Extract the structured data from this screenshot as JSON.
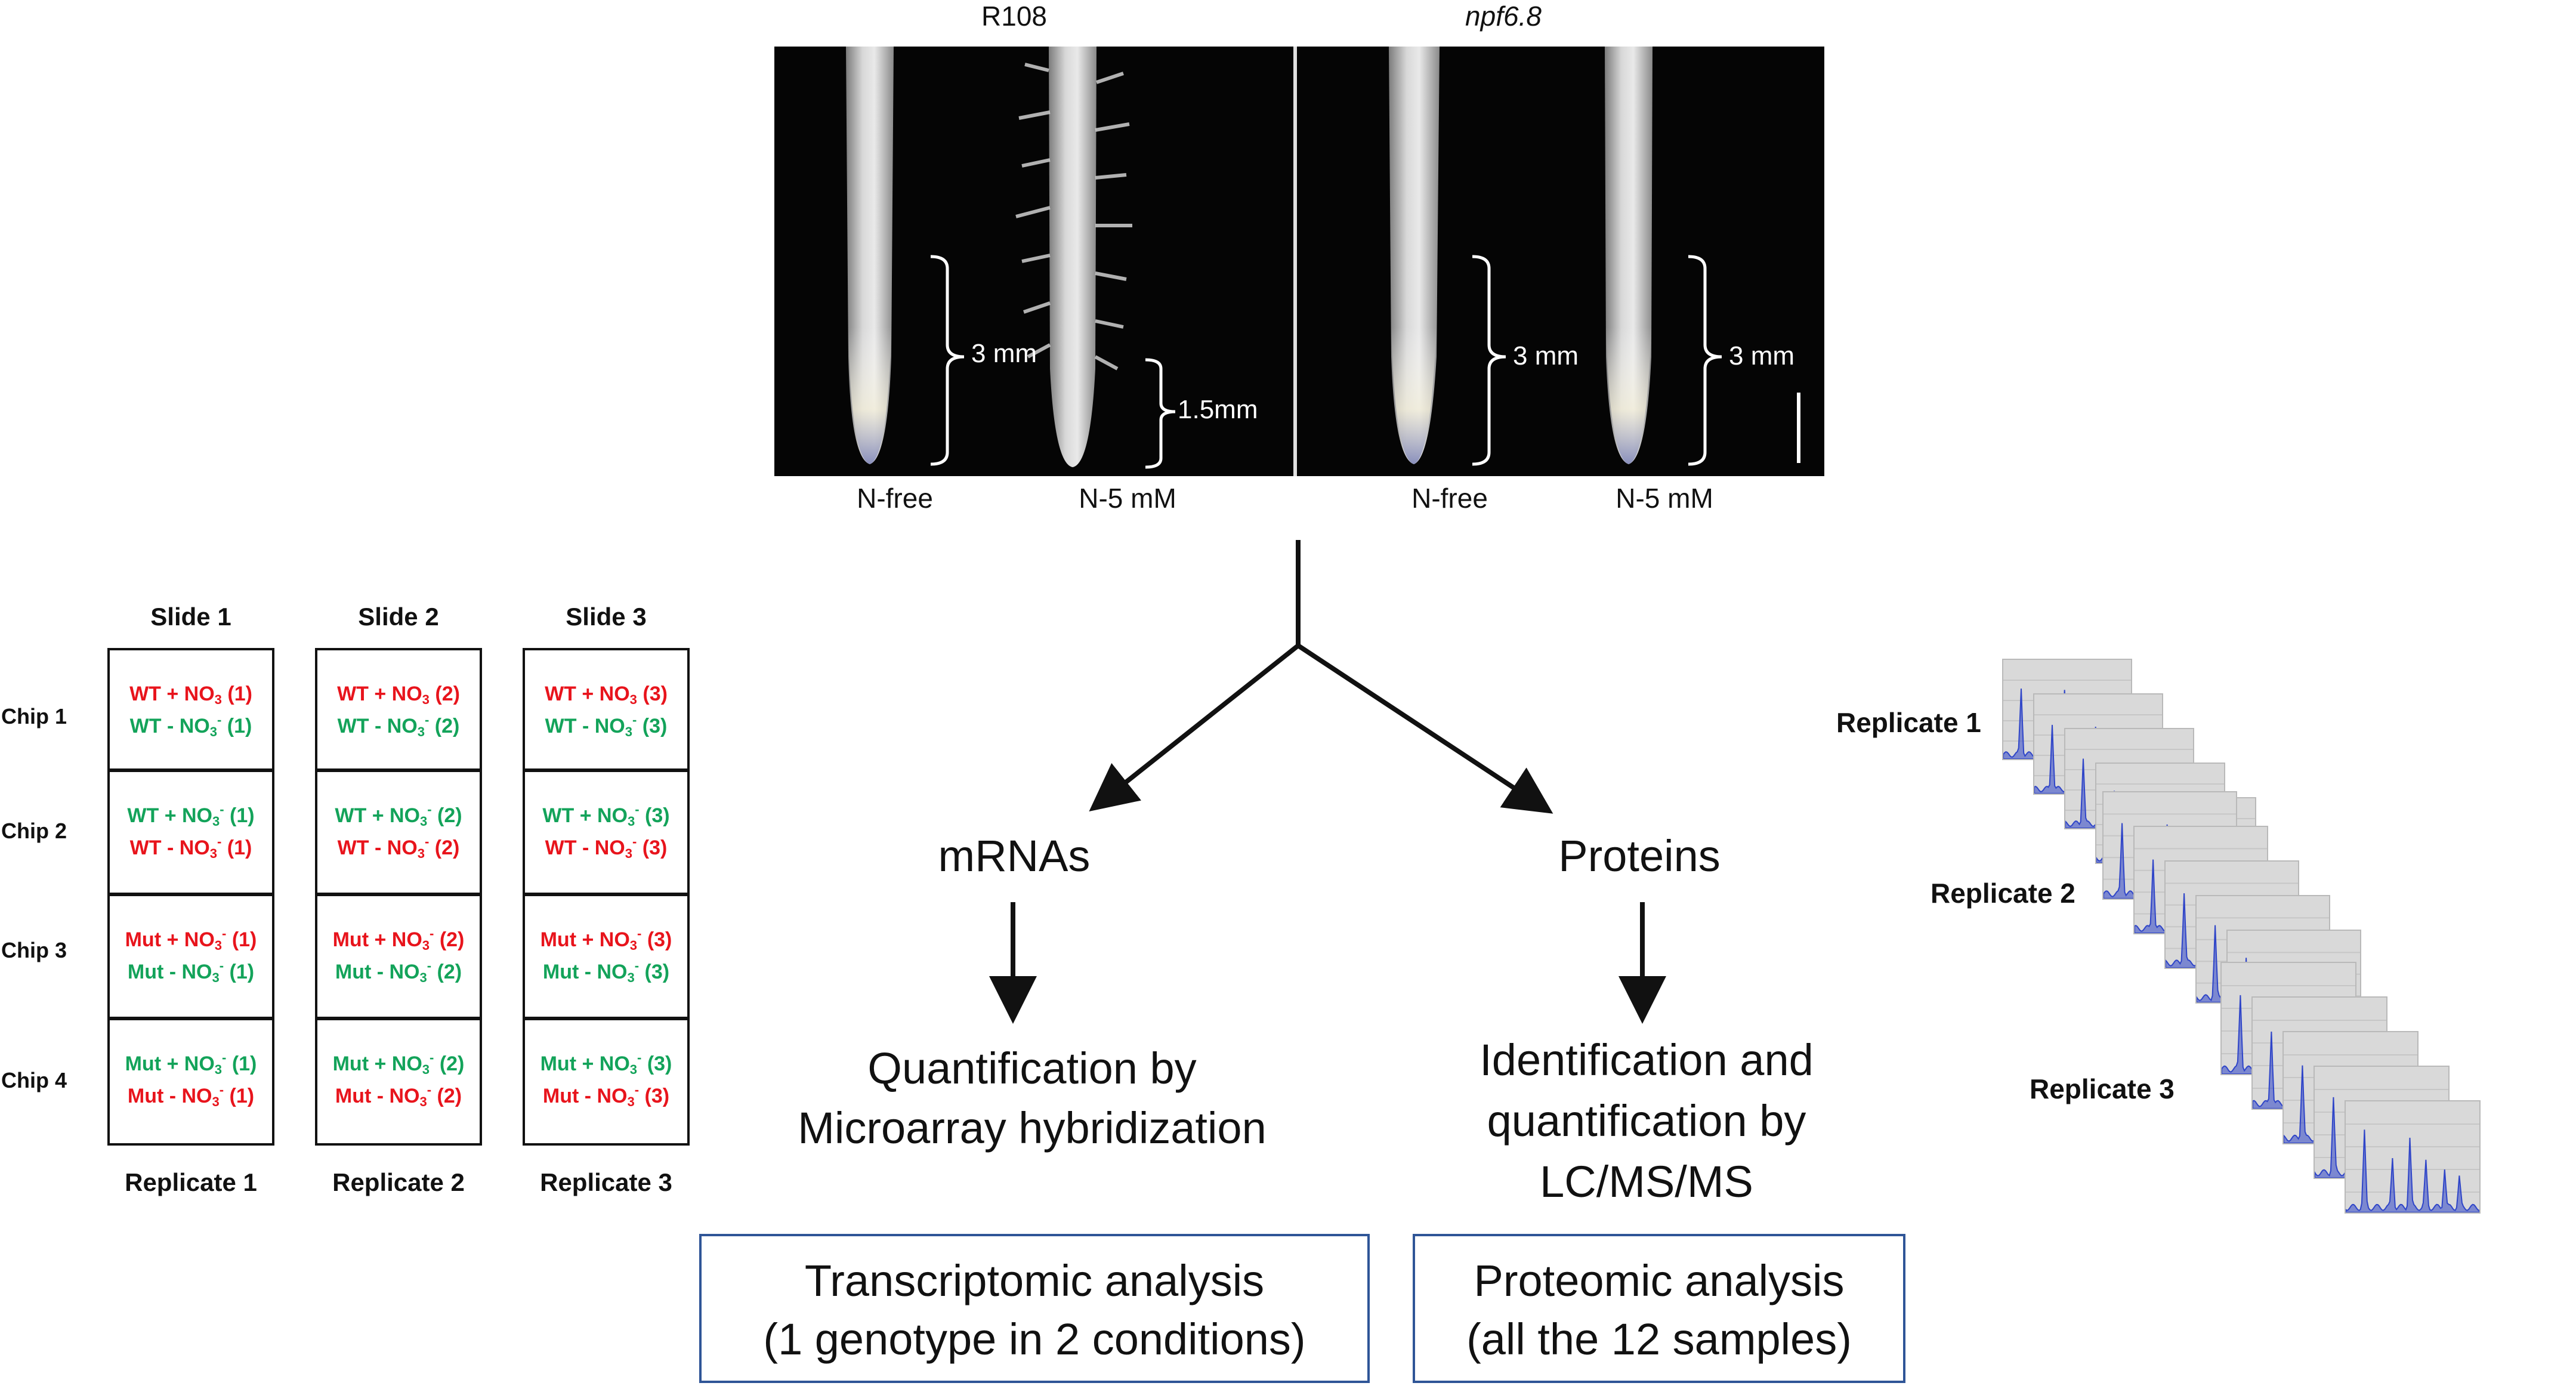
{
  "photos": {
    "genotypes": [
      "R108",
      "npf6.8"
    ],
    "conditions": [
      "N-free",
      "N-5 mM",
      "N-free",
      "N-5 mM"
    ],
    "scale": [
      "3 mm",
      "1.5mm",
      "3 mm",
      "3 mm"
    ]
  },
  "chips": {
    "slides": [
      "Slide 1",
      "Slide 2",
      "Slide 3"
    ],
    "chip_labels": [
      "Chip 1",
      "Chip 2",
      "Chip 3",
      "Chip 4"
    ],
    "replicates": [
      "Replicate 1",
      "Replicate 2",
      "Replicate 3"
    ],
    "cells": [
      [
        [
          {
            "pre": "WT + NO",
            "sign": "",
            "suf": "(1)",
            "color": "red"
          },
          {
            "pre": "WT -  NO",
            "sign": "-",
            "suf": "(1)",
            "color": "green"
          }
        ],
        [
          {
            "pre": "WT + NO",
            "sign": "",
            "suf": "(2)",
            "color": "red"
          },
          {
            "pre": "WT -  NO",
            "sign": "-",
            "suf": "(2)",
            "color": "green"
          }
        ],
        [
          {
            "pre": "WT + NO",
            "sign": "",
            "suf": "(3)",
            "color": "red"
          },
          {
            "pre": "WT -  NO",
            "sign": "-",
            "suf": "(3)",
            "color": "green"
          }
        ]
      ],
      [
        [
          {
            "pre": "WT +  NO",
            "sign": "-",
            "suf": "(1)",
            "color": "green"
          },
          {
            "pre": "WT -  NO",
            "sign": "-",
            "suf": "(1)",
            "color": "red"
          }
        ],
        [
          {
            "pre": "WT +  NO",
            "sign": "-",
            "suf": "(2)",
            "color": "green"
          },
          {
            "pre": "WT -  NO",
            "sign": "-",
            "suf": "(2)",
            "color": "red"
          }
        ],
        [
          {
            "pre": "WT +  NO",
            "sign": "-",
            "suf": "(3)",
            "color": "green"
          },
          {
            "pre": "WT -  NO",
            "sign": "-",
            "suf": "(3)",
            "color": "red"
          }
        ]
      ],
      [
        [
          {
            "pre": "Mut + NO",
            "sign": "-",
            "suf": "(1)",
            "color": "red"
          },
          {
            "pre": "Mut -  NO",
            "sign": "-",
            "suf": "(1)",
            "color": "green"
          }
        ],
        [
          {
            "pre": "Mut + NO",
            "sign": "-",
            "suf": "(2)",
            "color": "red"
          },
          {
            "pre": "Mut -  NO",
            "sign": "-",
            "suf": "(2)",
            "color": "green"
          }
        ],
        [
          {
            "pre": "Mut + NO",
            "sign": "-",
            "suf": "(3)",
            "color": "red"
          },
          {
            "pre": "Mut -  NO",
            "sign": "-",
            "suf": "(3)",
            "color": "green"
          }
        ]
      ],
      [
        [
          {
            "pre": "Mut + NO",
            "sign": "-",
            "suf": "(1)",
            "color": "green"
          },
          {
            "pre": "Mut -  NO",
            "sign": "-",
            "suf": "(1)",
            "color": "red"
          }
        ],
        [
          {
            "pre": "Mut + NO",
            "sign": "-",
            "suf": "(2)",
            "color": "green"
          },
          {
            "pre": "Mut -  NO",
            "sign": "-",
            "suf": "(2)",
            "color": "red"
          }
        ],
        [
          {
            "pre": "Mut + NO",
            "sign": "-",
            "suf": "(3)",
            "color": "green"
          },
          {
            "pre": "Mut -  NO",
            "sign": "-",
            "suf": "(3)",
            "color": "red"
          }
        ]
      ]
    ]
  },
  "flow": {
    "mrna": "mRNAs",
    "proteins": "Proteins",
    "quant_mrna_1": "Quantification by",
    "quant_mrna_2": "Microarray hybridization",
    "quant_prot_1": "Identification and",
    "quant_prot_2": "quantification by",
    "quant_prot_3": "LC/MS/MS",
    "transcriptomic_1": "Transcriptomic analysis",
    "transcriptomic_2": "(1 genotype in 2 conditions)",
    "proteomic_1": "Proteomic analysis",
    "proteomic_2": "(all the 12 samples)"
  },
  "ms": {
    "replicates": [
      "Replicate 1",
      "Replicate 2",
      "Replicate 3"
    ]
  },
  "colors": {
    "red": "#e8141c",
    "green": "#13a35a",
    "box_border": "#2f5597",
    "spectrum": "#2f45c8"
  }
}
